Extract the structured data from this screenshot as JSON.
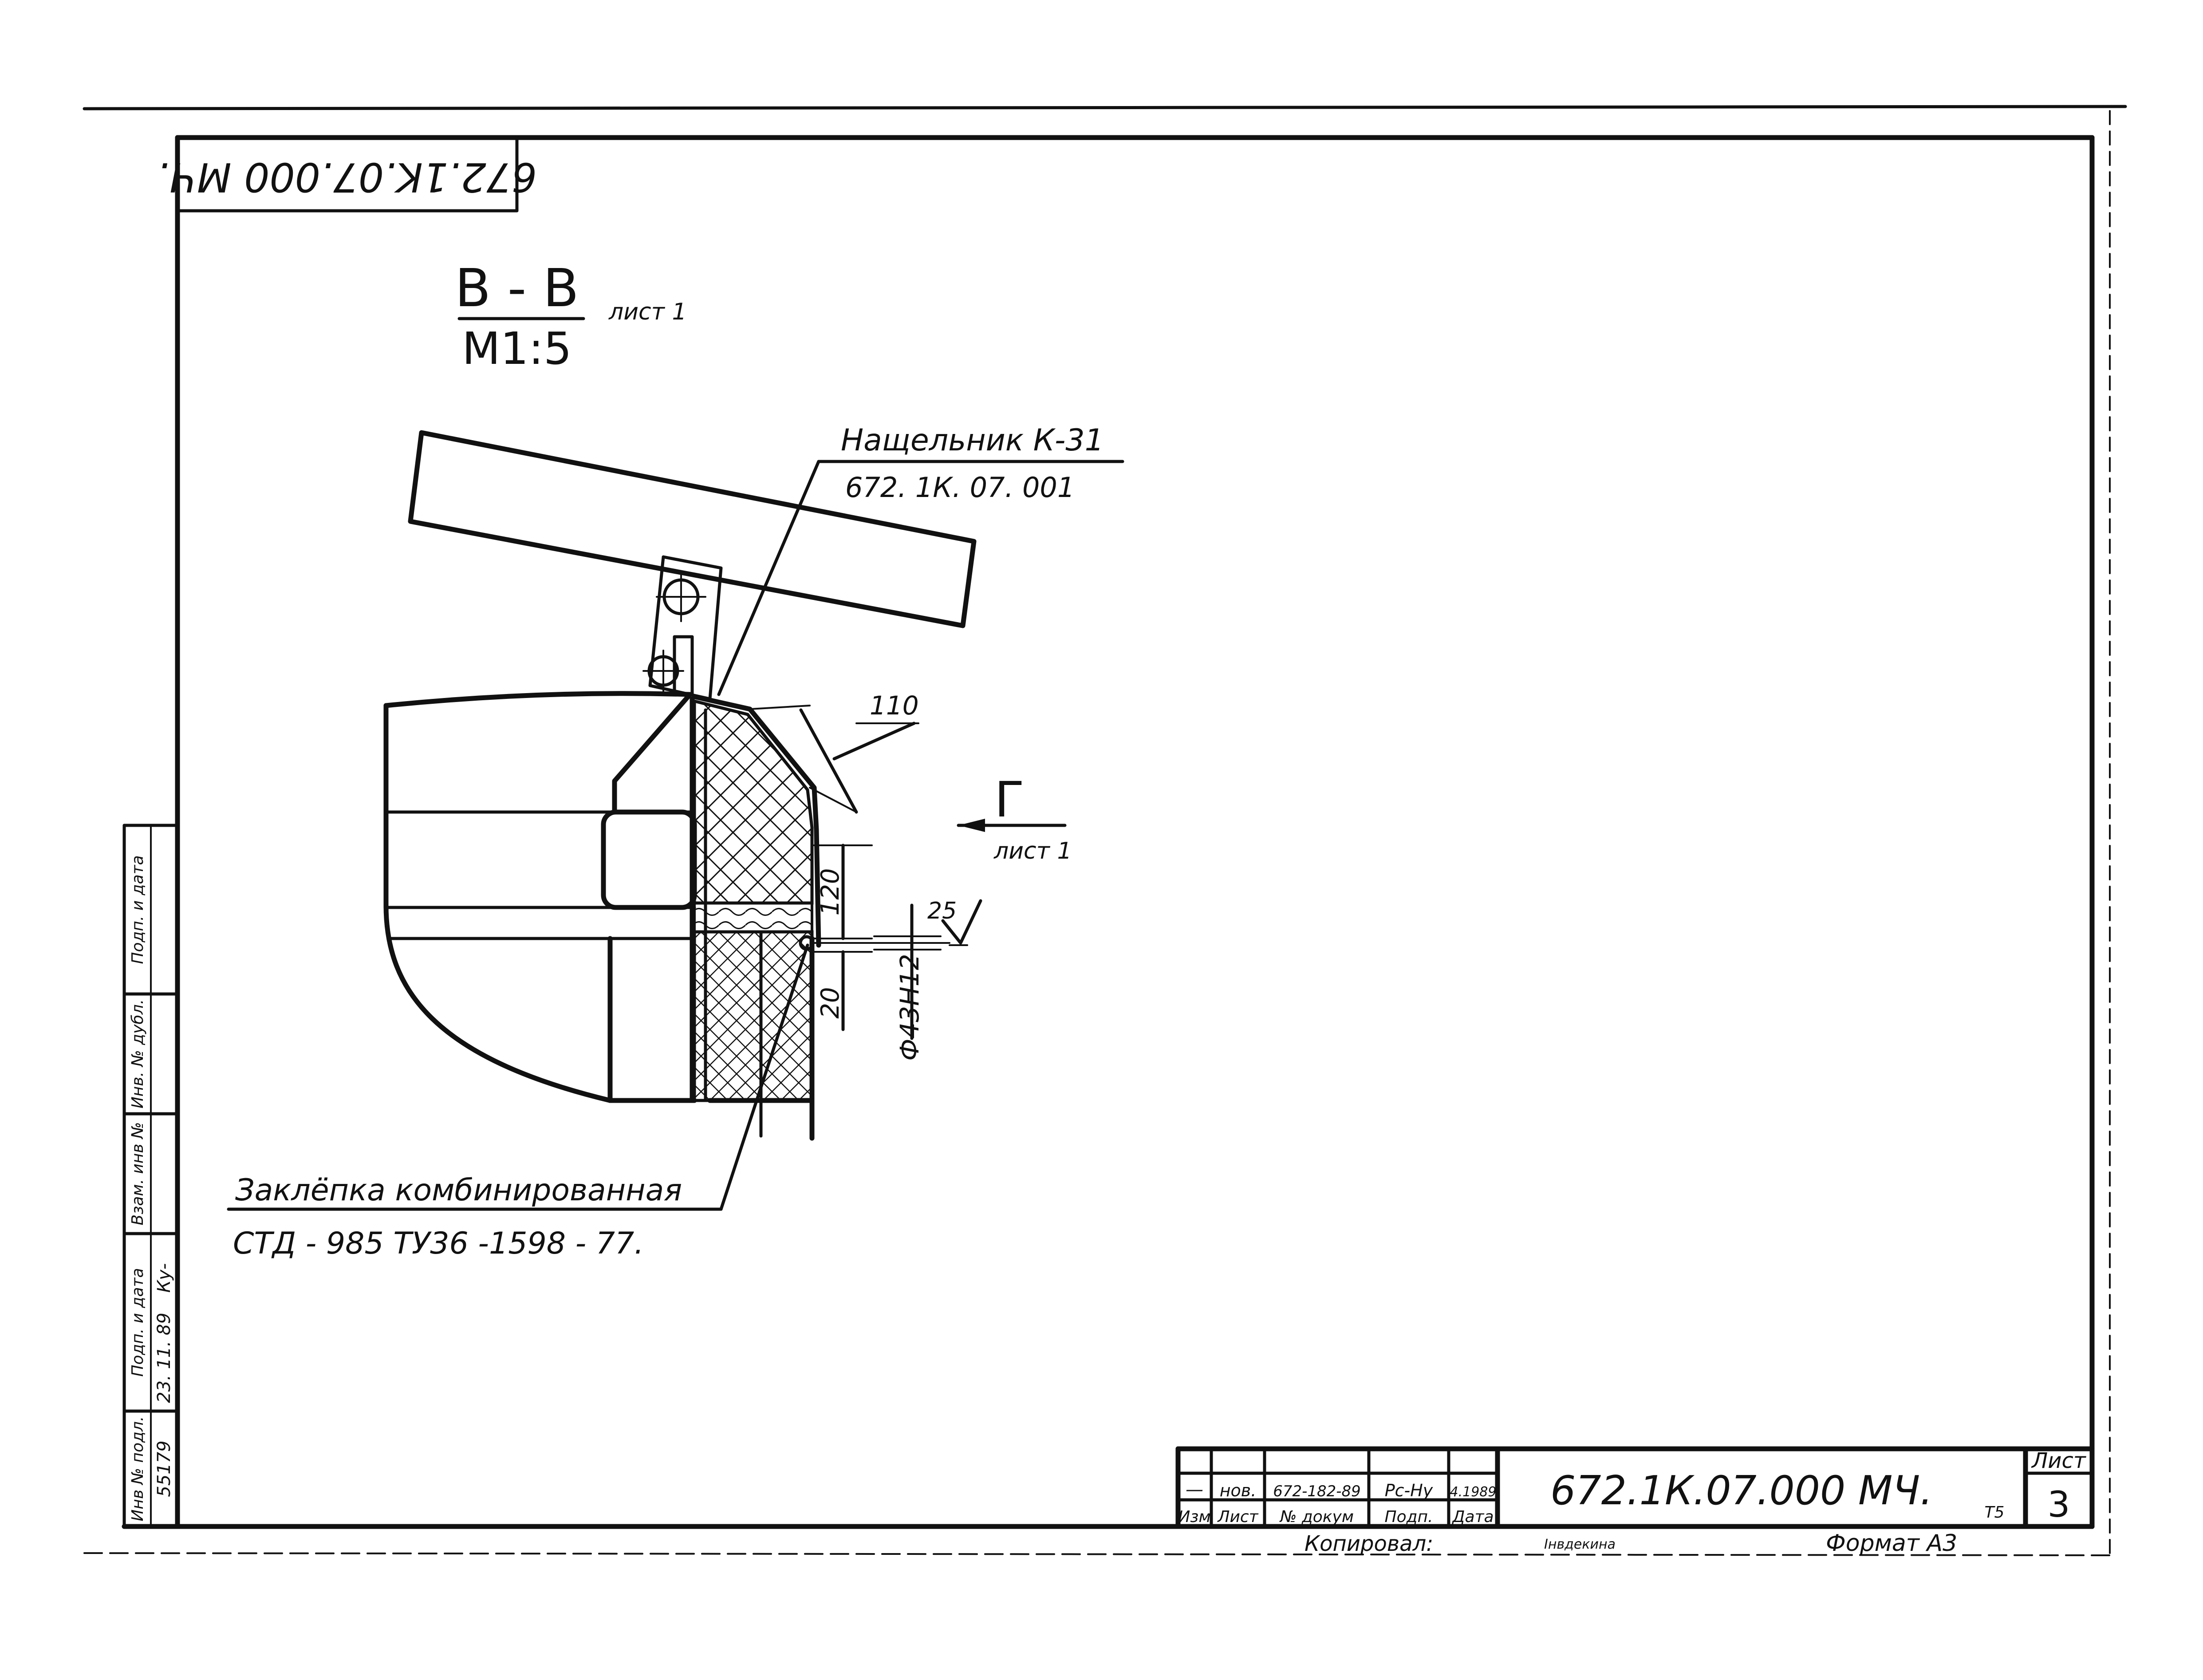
{
  "corner_stamp": "672.1K.07.000 МЧ.",
  "section": {
    "label": "В - В",
    "scale": "М1:5",
    "sheet_ref": "лист 1"
  },
  "view_marker": {
    "letter": "Г",
    "sheet_ref": "лист 1"
  },
  "callouts": {
    "top_name": "Нащельник К-31",
    "top_code": "672. 1К. 07. 001",
    "bottom_name": "Заклёпка комбинированная",
    "bottom_code": "СТД - 985   ТУ36 -1598 - 77."
  },
  "dimensions": {
    "d110": "110",
    "d120": "120",
    "d20": "20",
    "d25": "25",
    "dia": "Ф43Н12"
  },
  "left_strip": {
    "headers": [
      "Инв № подл.",
      "Подп. и дата",
      "Взам. инв №",
      "Инв. № дубл.",
      "Подп. и дата"
    ],
    "values": [
      "55179",
      "23. 11. 89"
    ],
    "signature": "Ку-"
  },
  "title_block": {
    "code": "672.1К.07.000 МЧ.",
    "sheet_label": "Лист",
    "sheet_number": "3",
    "rev_row": [
      "—",
      "нов.",
      "672-182-89",
      "Рс-Ну",
      "4.1989"
    ],
    "hdr_row": [
      "Изм",
      "Лист",
      "№ докум",
      "Подп.",
      "Дата"
    ],
    "copied": "Копировал:",
    "checked": "Iнвдекина",
    "format": "Формат А3",
    "small_mark": "Т5"
  }
}
